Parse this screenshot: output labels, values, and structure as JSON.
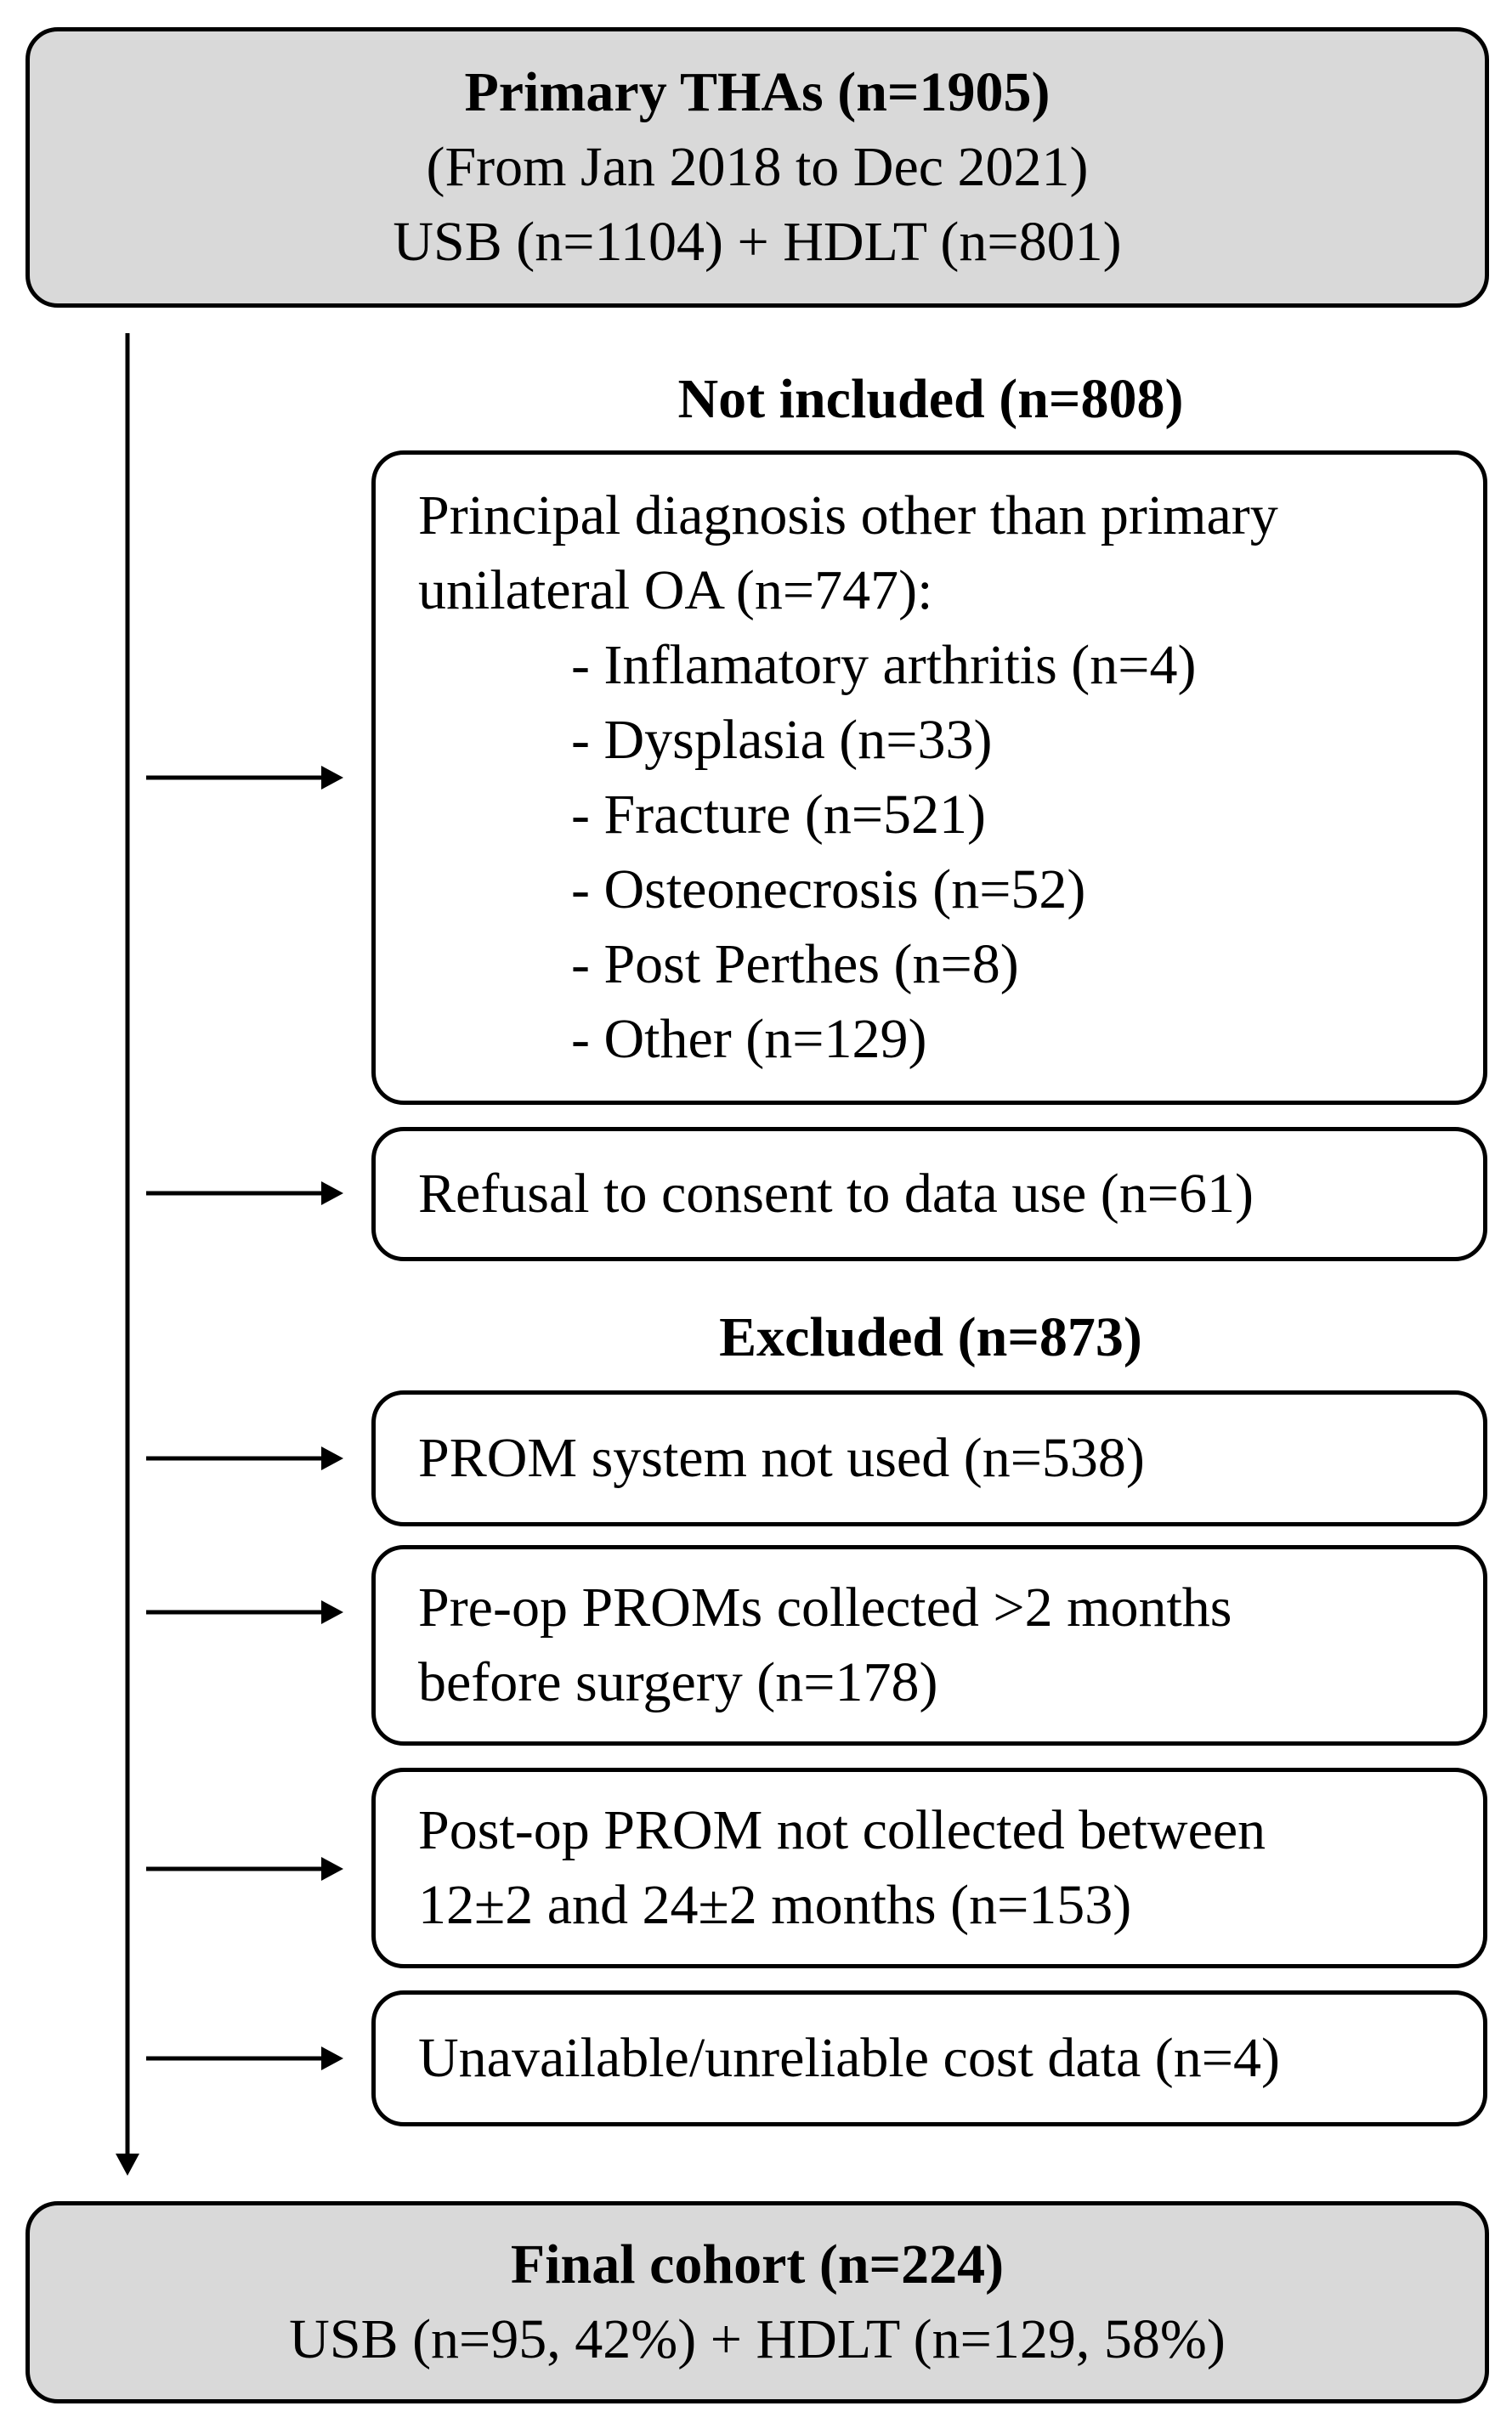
{
  "top_box": {
    "title": "Primary THAs (n=1905)",
    "period": "(From Jan 2018 to Dec 2021)",
    "split": "USB (n=1104) + HDLT (n=801)"
  },
  "not_included": {
    "heading": "Not included (n=808)",
    "diagnosis_box": {
      "line1": "Principal diagnosis other than primary",
      "line2": "unilateral OA (n=747):",
      "items": [
        "- Inflamatory arthritis (n=4)",
        "- Dysplasia (n=33)",
        "- Fracture (n=521)",
        "- Osteonecrosis (n=52)",
        "- Post Perthes (n=8)",
        "- Other (n=129)"
      ]
    },
    "consent_box": "Refusal to consent to data use (n=61)"
  },
  "excluded": {
    "heading": "Excluded (n=873)",
    "prom_box": "PROM system not used (n=538)",
    "preop_box": {
      "line1": "Pre-op PROMs collected >2 months",
      "line2": "before surgery (n=178)"
    },
    "postop_box": {
      "line1": "Post-op PROM not collected between",
      "line2": "12±2 and 24±2 months (n=153)"
    },
    "cost_box": "Unavailable/unreliable cost data (n=4)"
  },
  "final_box": {
    "title": "Final cohort (n=224)",
    "split": "USB (n=95, 42%) + HDLT (n=129, 58%)"
  }
}
